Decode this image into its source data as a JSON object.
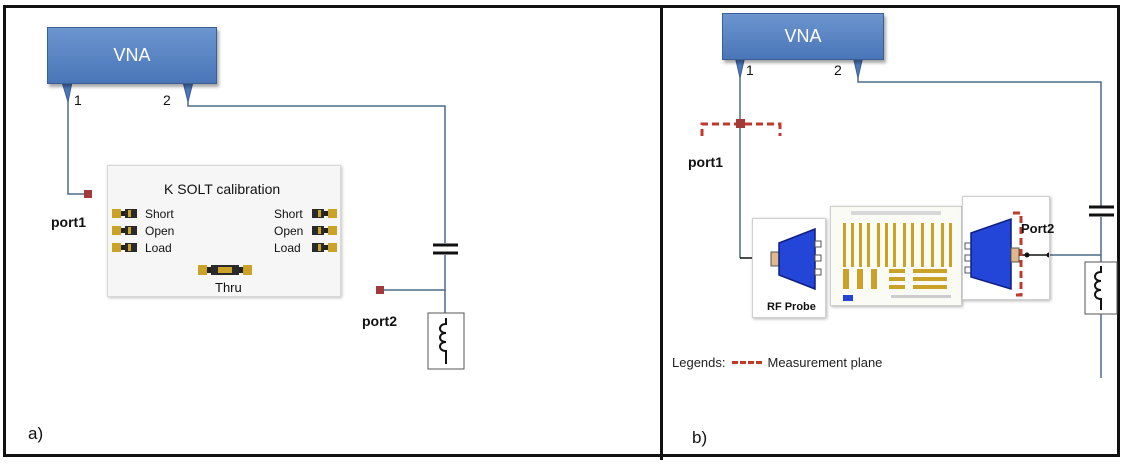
{
  "panel_a": {
    "vna_label": "VNA",
    "port_num_1": "1",
    "port_num_2": "2",
    "port1_label": "port1",
    "port2_label": "port2",
    "calibration": {
      "title": "K SOLT calibration",
      "left_standards": [
        "Short",
        "Open",
        "Load"
      ],
      "right_standards": [
        "Short",
        "Open",
        "Load"
      ],
      "thru_label": "Thru"
    },
    "panel_label": "a)"
  },
  "panel_b": {
    "vna_label": "VNA",
    "port_num_1": "1",
    "port_num_2": "2",
    "port1_label": "port1",
    "port2_label": "Port2",
    "probe_label": "RF Probe",
    "legend_prefix": "Legends:",
    "legend_text": "Measurement plane",
    "panel_label": "b)"
  },
  "colors": {
    "vna_fill": "#5a86c5",
    "wire": "#4a6a8a",
    "port_marker": "#a33a3a",
    "measurement_plane": "#c0392b",
    "probe_blue": "#2346d8",
    "connector_gold": "#c9a227"
  }
}
